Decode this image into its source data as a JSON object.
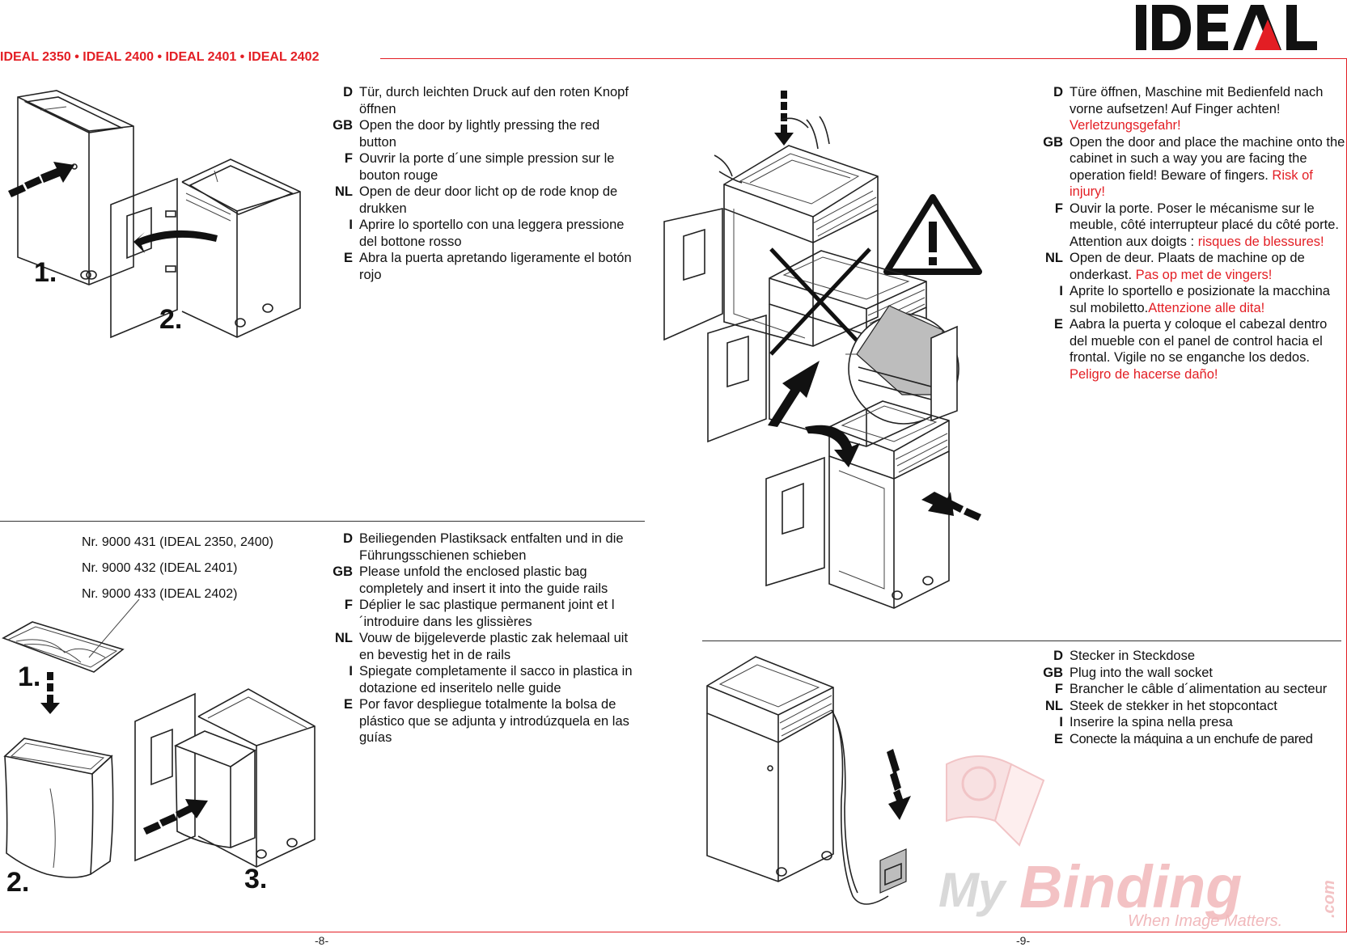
{
  "brand": {
    "logo_text": "IDEAL",
    "accent_color": "#e31e24"
  },
  "header": {
    "title": "IDEAL 2350 • IDEAL 2400 • IDEAL 2401 • IDEAL 2402"
  },
  "page_left": {
    "page_number": "-8-",
    "section1": {
      "step_labels": [
        "1.",
        "2."
      ],
      "instructions": [
        {
          "code": "D",
          "text": "Tür, durch leichten Druck auf den roten Knopf öffnen"
        },
        {
          "code": "GB",
          "text": "Open the door by lightly pressing the red button"
        },
        {
          "code": "F",
          "text": "Ouvrir la porte d´une simple pression sur le bouton rouge"
        },
        {
          "code": "NL",
          "text": "Open de deur door licht op de rode knop de drukken"
        },
        {
          "code": "I",
          "text": "Aprire lo sportello con una leggera pressione del bottone rosso"
        },
        {
          "code": "E",
          "text": "Abra la puerta apretando ligeramente el botón rojo"
        }
      ]
    },
    "section2": {
      "part_numbers": [
        "Nr. 9000 431 (IDEAL 2350, 2400)",
        "Nr. 9000 432 (IDEAL 2401)",
        "Nr. 9000 433 (IDEAL 2402)"
      ],
      "step_labels": [
        "1.",
        "2.",
        "3."
      ],
      "instructions": [
        {
          "code": "D",
          "text": "Beiliegenden Plastiksack entfalten und in die Führungsschienen schieben"
        },
        {
          "code": "GB",
          "text": "Please unfold the enclosed plastic bag completely and insert it into the guide rails"
        },
        {
          "code": "F",
          "text": "Déplier le sac plastique permanent joint et l´introduire dans les glissières"
        },
        {
          "code": "NL",
          "text": "Vouw de bijgeleverde plastic zak helemaal uit en bevestig het in de rails"
        },
        {
          "code": "I",
          "text": "Spiegate completamente il sacco in plastica in dotazione ed inseritelo nelle guide"
        },
        {
          "code": "E",
          "text": "Por favor despliegue totalmente la bolsa de plástico que se adjunta y introdúzquela en las guías"
        }
      ]
    }
  },
  "page_right": {
    "page_number": "-9-",
    "section1": {
      "instructions": [
        {
          "code": "D",
          "text": "Türe öffnen, Maschine mit Bedienfeld nach vorne aufsetzen! Auf Finger achten!",
          "warning": "Verletzungsgefahr!"
        },
        {
          "code": "GB",
          "text": "Open the door and place the machine onto the cabinet in such a way you are facing the operation field! Beware of fingers.",
          "warning": "Risk of injury!"
        },
        {
          "code": "F",
          "text": "Ouvir la porte. Poser le mécanisme sur le meuble, côté interrupteur placé du côté porte. Attention aux doigts :",
          "warning": "risques de blessures!"
        },
        {
          "code": "NL",
          "text": "Open de deur. Plaats de machine op de onderkast.",
          "warning": "Pas op met de vingers!"
        },
        {
          "code": "I",
          "text": "Aprite lo sportello e posizionate la macchina sul mobiletto.",
          "warning": "Attenzione alle dita!"
        },
        {
          "code": "E",
          "text": "Aabra la puerta y coloque el cabezal dentro del mueble con el panel de control hacia el frontal. Vigile no se enganche los dedos.",
          "warning": "Peligro de hacerse daño!"
        }
      ]
    },
    "section2": {
      "instructions": [
        {
          "code": "D",
          "text": "Stecker in Steckdose"
        },
        {
          "code": "GB",
          "text": "Plug into the wall socket"
        },
        {
          "code": "F",
          "text": "Brancher le câble d´alimentation au secteur"
        },
        {
          "code": "NL",
          "text": "Steek de stekker in het stopcontact"
        },
        {
          "code": "I",
          "text": "Inserire la spina nella presa"
        },
        {
          "code": "E",
          "text": "Conecte la máquina a un enchufe de pared"
        }
      ]
    }
  },
  "watermark": {
    "brand_a": "My",
    "brand_b": "Binding",
    "suffix": ".com",
    "tagline": "When Image Matters."
  }
}
